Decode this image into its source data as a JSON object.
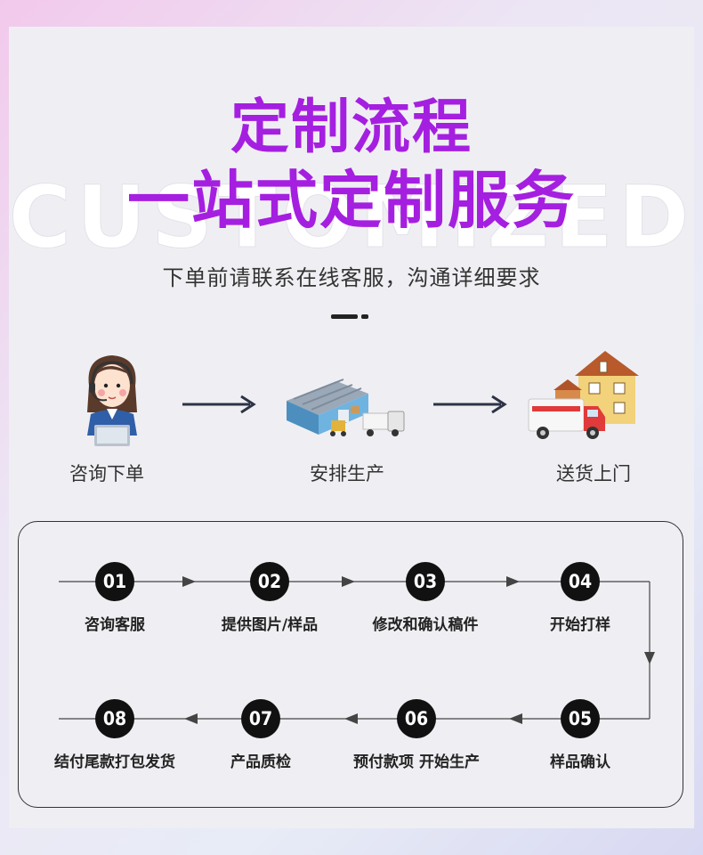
{
  "header": {
    "title_line1": "定制流程",
    "title_line2": "一站式定制服务",
    "watermark": "CUSTOMIZED",
    "subtitle": "下单前请联系在线客服，沟通详细要求",
    "title_color": "#a51fe0"
  },
  "overview": [
    {
      "icon": "customer-service-icon",
      "label": "咨询下单"
    },
    {
      "icon": "factory-icon",
      "label": "安排生产"
    },
    {
      "icon": "delivery-house-icon",
      "label": "送货上门"
    }
  ],
  "flow": {
    "steps": [
      {
        "num": "01",
        "label": "咨询客服"
      },
      {
        "num": "02",
        "label": "提供图片/样品"
      },
      {
        "num": "03",
        "label": "修改和确认稿件"
      },
      {
        "num": "04",
        "label": "开始打样"
      },
      {
        "num": "05",
        "label": "样品确认"
      },
      {
        "num": "06",
        "label": "预付款项 开始生产"
      },
      {
        "num": "07",
        "label": "产品质检"
      },
      {
        "num": "08",
        "label": "结付尾款打包发货"
      }
    ]
  }
}
